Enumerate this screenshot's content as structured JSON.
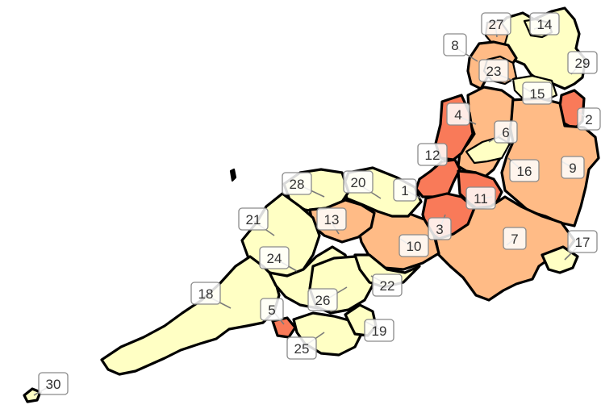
{
  "map": {
    "palette": {
      "low": "#ffffc4",
      "mid": "#ffbb86",
      "high": "#f97a59"
    },
    "regions": [
      {
        "id": "1",
        "level": "high"
      },
      {
        "id": "2",
        "level": "high"
      },
      {
        "id": "3",
        "level": "high"
      },
      {
        "id": "4",
        "level": "high"
      },
      {
        "id": "5",
        "level": "high"
      },
      {
        "id": "6",
        "level": "low"
      },
      {
        "id": "7",
        "level": "mid"
      },
      {
        "id": "8",
        "level": "mid"
      },
      {
        "id": "9",
        "level": "mid"
      },
      {
        "id": "10",
        "level": "mid"
      },
      {
        "id": "11",
        "level": "high"
      },
      {
        "id": "12",
        "level": "high"
      },
      {
        "id": "13",
        "level": "mid"
      },
      {
        "id": "14",
        "level": "low"
      },
      {
        "id": "15",
        "level": "low"
      },
      {
        "id": "16",
        "level": "mid"
      },
      {
        "id": "17",
        "level": "low"
      },
      {
        "id": "18",
        "level": "low"
      },
      {
        "id": "19",
        "level": "low"
      },
      {
        "id": "20",
        "level": "low"
      },
      {
        "id": "21",
        "level": "low"
      },
      {
        "id": "22",
        "level": "low"
      },
      {
        "id": "23",
        "level": "mid"
      },
      {
        "id": "24",
        "level": "low"
      },
      {
        "id": "25",
        "level": "low"
      },
      {
        "id": "26",
        "level": "low"
      },
      {
        "id": "27",
        "level": "mid"
      },
      {
        "id": "28",
        "level": "low"
      },
      {
        "id": "29",
        "level": "low"
      },
      {
        "id": "30",
        "level": "low"
      }
    ],
    "labels": [
      "1",
      "2",
      "3",
      "4",
      "5",
      "6",
      "7",
      "8",
      "9",
      "10",
      "11",
      "12",
      "13",
      "14",
      "15",
      "16",
      "17",
      "18",
      "19",
      "20",
      "21",
      "22",
      "23",
      "24",
      "25",
      "26",
      "27",
      "28",
      "29",
      "30"
    ]
  }
}
